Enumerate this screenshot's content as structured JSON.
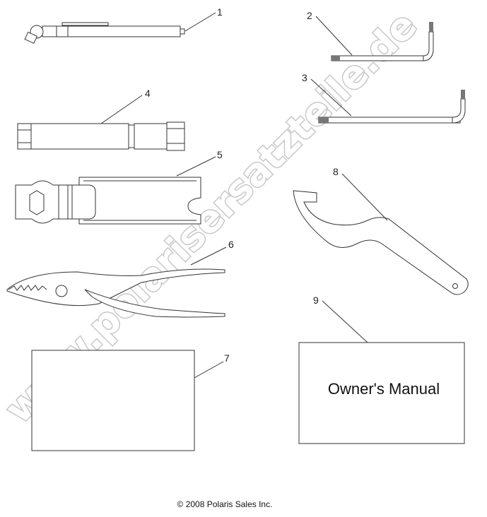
{
  "callouts": [
    "1",
    "2",
    "3",
    "4",
    "5",
    "6",
    "7",
    "8",
    "9"
  ],
  "manual_label": "Owner's Manual",
  "copyright": "© 2008 Polaris Sales Inc.",
  "watermark": "www.polarisersatzteile.de"
}
